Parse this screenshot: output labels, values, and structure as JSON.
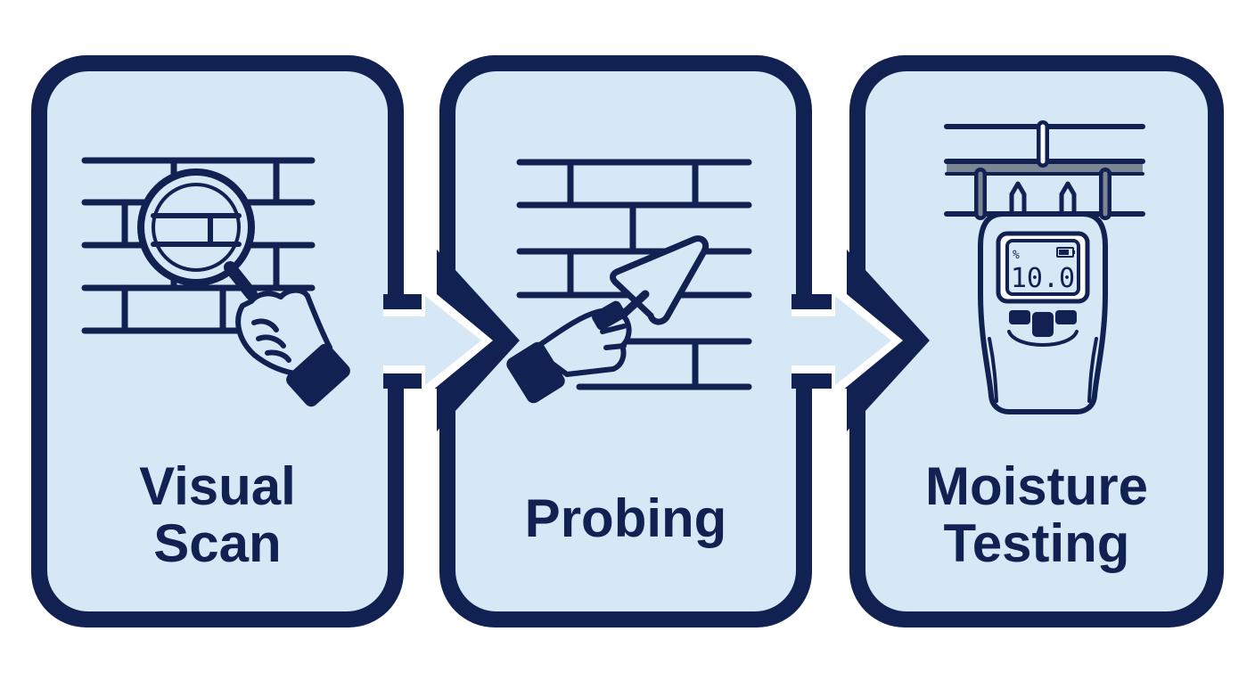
{
  "colors": {
    "ink": "#102152",
    "panel_fill": "#d6e7f5",
    "background": "#ffffff",
    "wet_band": "#7b8694"
  },
  "steps": [
    {
      "line1": "Visual",
      "line2": "Scan",
      "icon": "magnifying-glass-on-brick-wall-icon"
    },
    {
      "line1": "Probing",
      "icon": "trowel-on-brick-wall-icon"
    },
    {
      "line1": "Moisture",
      "line2": "Testing",
      "icon": "moisture-meter-icon"
    }
  ],
  "meter": {
    "unit_symbol": "%",
    "reading": "10.0"
  },
  "connectors": [
    {
      "icon": "arrow-right-icon"
    },
    {
      "icon": "arrow-right-icon"
    }
  ]
}
